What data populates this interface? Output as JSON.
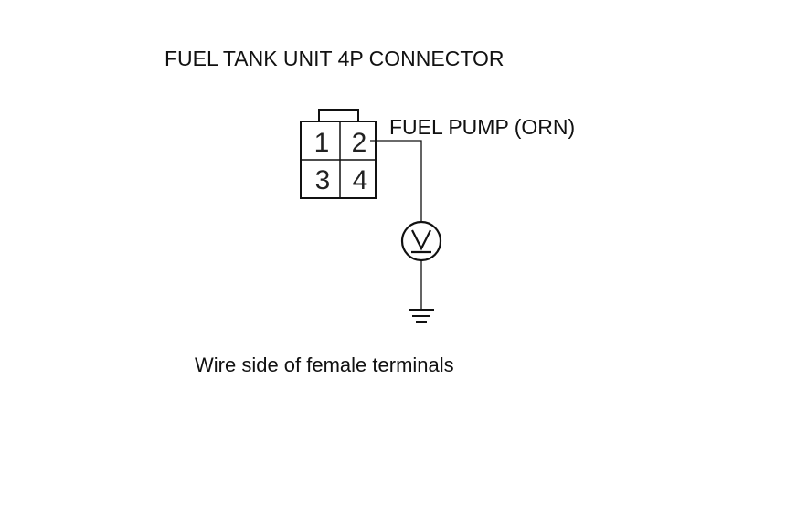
{
  "diagram": {
    "title": "FUEL TANK UNIT 4P CONNECTOR",
    "connector": {
      "pins": [
        "1",
        "2",
        "3",
        "4"
      ]
    },
    "wire_label": "FUEL PUMP (ORN)",
    "meter_symbol": "V",
    "caption": "Wire side of female terminals"
  }
}
